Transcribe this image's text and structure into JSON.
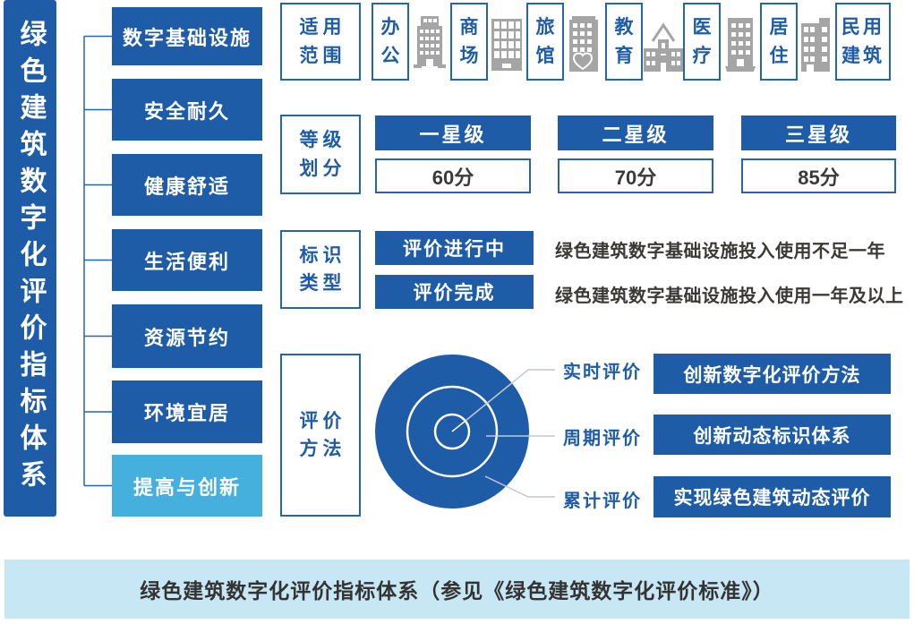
{
  "title_bar": {
    "text": "绿色建筑数字化评价指标体系"
  },
  "categories": {
    "items": [
      {
        "label": "数字基础设施",
        "highlight": false
      },
      {
        "label": "安全耐久",
        "highlight": false
      },
      {
        "label": "健康舒适",
        "highlight": false
      },
      {
        "label": "生活便利",
        "highlight": false
      },
      {
        "label": "资源节约",
        "highlight": false
      },
      {
        "label": "环境宜居",
        "highlight": false
      },
      {
        "label": "提高与创新",
        "highlight": true
      }
    ]
  },
  "scope": {
    "label_line1": "适用",
    "label_line2": "范围",
    "buildings": [
      {
        "label": "办公",
        "icon": "office-building-icon"
      },
      {
        "label": "商场",
        "icon": "mall-building-icon"
      },
      {
        "label": "旅馆",
        "icon": "hotel-building-icon"
      },
      {
        "label": "教育",
        "icon": "school-building-icon"
      },
      {
        "label": "医疗",
        "icon": "hospital-building-icon"
      },
      {
        "label": "居住",
        "icon": "residential-building-icon"
      },
      {
        "label": "民用建筑",
        "icon": null
      }
    ]
  },
  "grades": {
    "label_line1": "等级",
    "label_line2": "划分",
    "items": [
      {
        "star": "一星级",
        "score": "60分"
      },
      {
        "star": "二星级",
        "score": "70分"
      },
      {
        "star": "三星级",
        "score": "85分"
      }
    ]
  },
  "label_types": {
    "label_line1": "标识",
    "label_line2": "类型",
    "items": [
      {
        "badge": "评价进行中",
        "description": "绿色建筑数字基础设施投入使用不足一年"
      },
      {
        "badge": "评价完成",
        "description": "绿色建筑数字基础设施投入使用一年及以上"
      }
    ]
  },
  "methods": {
    "label_line1": "评价",
    "label_line2": "方法",
    "items": [
      {
        "name": "实时评价",
        "result": "创新数字化评价方法"
      },
      {
        "name": "周期评价",
        "result": "创新动态标识体系"
      },
      {
        "name": "累计评价",
        "result": "实现绿色建筑动态评价"
      }
    ]
  },
  "caption": {
    "text": "绿色建筑数字化评价指标体系（参见《绿色建筑数字化评价标准》）"
  },
  "colors": {
    "primary_blue": "#1f5ca8",
    "border_blue": "#2465ad",
    "accent_light_blue": "#45b0dd",
    "caption_bg": "#c8e7f5",
    "icon_gray": "#a5a5a5",
    "dark_text": "#3c3834",
    "leader_gray": "#c3c9d1"
  }
}
